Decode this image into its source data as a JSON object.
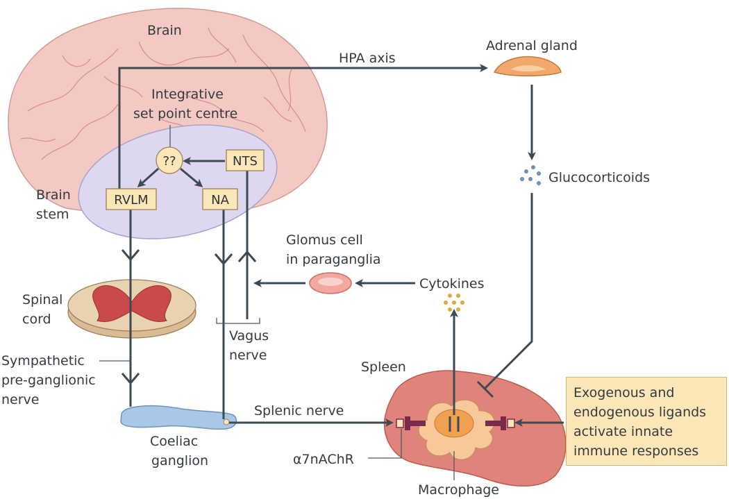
{
  "labels": {
    "brain": "Brain",
    "hpa_axis": "HPA axis",
    "adrenal_gland": "Adrenal gland",
    "integrative_line1": "Integrative",
    "integrative_line2": "set point centre",
    "unknown_node": "??",
    "nts": "NTS",
    "rvlm": "RVLM",
    "na": "NA",
    "brain_stem_line1": "Brain",
    "brain_stem_line2": "stem",
    "glucocorticoids": "Glucocorticoids",
    "glomus_line1": "Glomus cell",
    "glomus_line2": "in paraganglia",
    "cytokines": "Cytokines",
    "spinal_cord_line1": "Spinal",
    "spinal_cord_line2": "cord",
    "vagus_line1": "Vagus",
    "vagus_line2": "nerve",
    "sympathetic_line1": "Sympathetic",
    "sympathetic_line2": "pre-ganglionic",
    "sympathetic_line3": "nerve",
    "spleen": "Spleen",
    "splenic_nerve": "Splenic nerve",
    "coeliac_line1": "Coeliac",
    "coeliac_line2": "ganglion",
    "receptor": "α7nAChR",
    "macrophage": "Macrophage",
    "ligands_line1": "Exogenous and",
    "ligands_line2": "endogenous ligands",
    "ligands_line3": "activate innate",
    "ligands_line4": "immune responses"
  },
  "colors": {
    "brain_fill": "#f4c9c4",
    "brain_vessel": "#d9918a",
    "brainstem_fill": "#ddd8f0",
    "node_box_fill": "#fbe6b7",
    "arrow": "#3e4a52",
    "adrenal": "#f2a86b",
    "spleen": "#e0837a",
    "macrophage": "#f7c99a",
    "nucleus": "#f0a050",
    "ganglion": "#a9c8e8",
    "glomus": "#f2a7a0",
    "spinal_outer": "#e8d2b0",
    "spinal_inner": "#c94a4a",
    "cytokine_dot": "#e0a83a",
    "glucocorticoid_dot": "#6f8fb5",
    "receptor": "#7a2a4a"
  }
}
